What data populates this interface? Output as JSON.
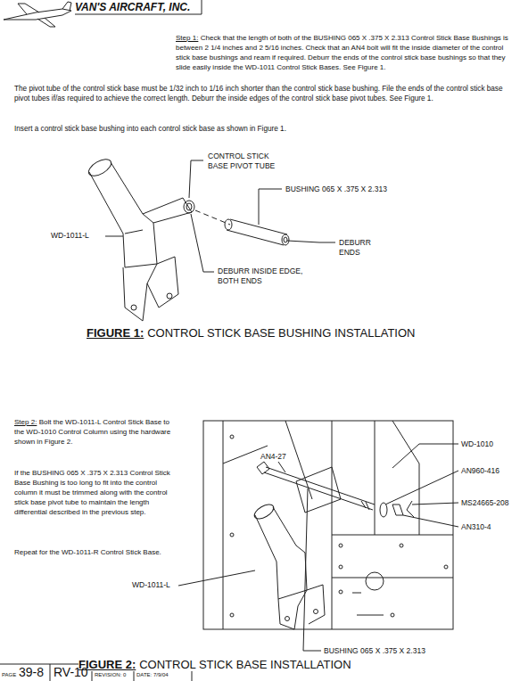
{
  "diagram": {
    "labels": [
      "VAN'S AIRCRAFT, INC.",
      "Step 1:",
      "Check that the length of both of the BUSHING 065 X .375 X 2.313 Control Stick Base Bushings is between 2 1/4 inches and 2 5/16 inches. Check that an AN4 bolt will fit the inside diameter of the control stick base bushings and ream if required. Deburr the ends of the control stick base bushings so that they slide easily inside the WD-1011 Control Stick Bases. See Figure 1.",
      "The pivot tube of the control stick base must be 1/32 inch to 1/16 inch shorter than the control stick base bushing. File the ends of the control stick base pivot tubes if/as required to achieve the correct length. Deburr the inside edges of the control stick base pivot tubes. See Figure 1.",
      "Insert a control stick base bushing into each control stick base as shown in Figure 1.",
      "CONTROL STICK BASE PIVOT TUBE",
      "BUSHING 065 X .375 X 2.313",
      "WD-1011-L",
      "DEBURR ENDS",
      "DEBURR INSIDE EDGE, BOTH ENDS",
      "FIGURE 1:",
      "CONTROL STICK BASE BUSHING INSTALLATION",
      "Step 2:",
      "Bolt the WD-1011-L Control Stick Base to the WD-1010 Control Column using the hardware shown in Figure 2.",
      "If the BUSHING 065 X .375 X 2.313 Control Stick Base Bushing is too long to fit into the control column it must be trimmed along with the control stick base pivot tube to maintain the length differential described in the previous step.",
      "Repeat for the WD-1011-R Control Stick Base.",
      "WD-1010",
      "AN960-416",
      "AN4-27",
      "MS24665-208",
      "AN310-4",
      "WD-1011-L",
      "BUSHING 065 X .375 X 2.313",
      "FIGURE 2:",
      "CONTROL STICK BASE INSTALLATION",
      "PAGE",
      "39-8",
      "RV-10",
      "REVISION: 0",
      "DATE: 7/9/04"
    ]
  }
}
